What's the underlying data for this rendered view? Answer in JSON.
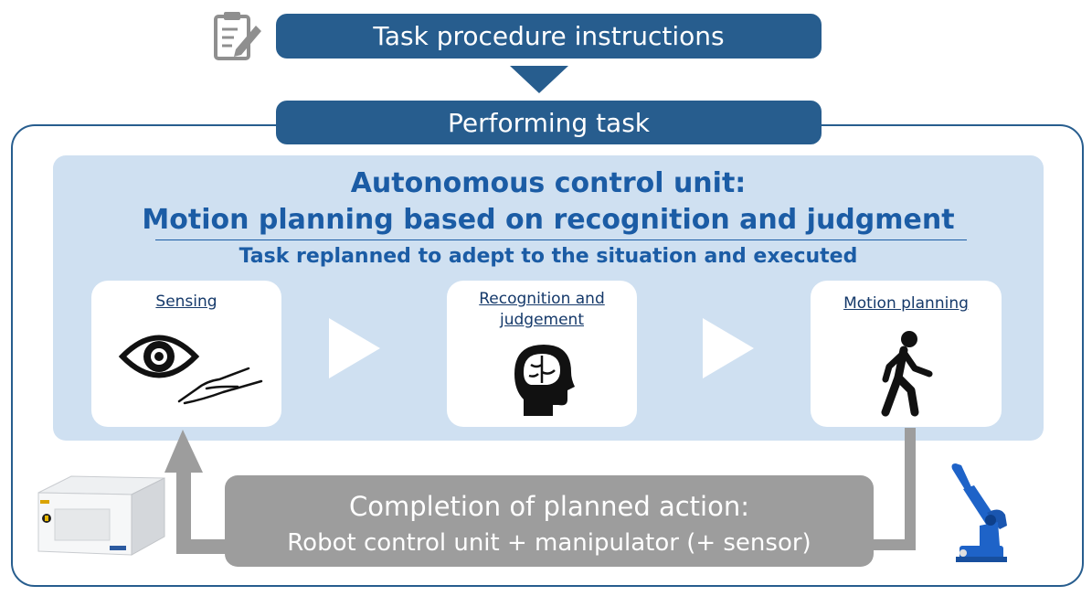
{
  "header": {
    "instructions_label": "Task procedure instructions",
    "performing_label": "Performing task"
  },
  "autonomous_unit": {
    "title_line1": "Autonomous control unit:",
    "title_line2": "Motion planning based on recognition and judgment",
    "subtitle": "Task replanned to adept to the situation and executed"
  },
  "steps": [
    {
      "label": "Sensing",
      "icons": [
        "eye-icon",
        "hand-icon"
      ]
    },
    {
      "label_line1": "Recognition and",
      "label_line2": "judgement",
      "icons": [
        "brain-head-icon"
      ]
    },
    {
      "label": "Motion planning",
      "icons": [
        "walking-person-icon"
      ]
    }
  ],
  "completion": {
    "line1": "Completion of planned action:",
    "line2": "Robot control unit + manipulator (+ sensor)"
  },
  "decor": {
    "clipboard_icon": "clipboard-pencil-icon",
    "controller_image": "robot-controller-box",
    "robot_image": "robot-arm-manipulator"
  },
  "colors": {
    "dark_blue": "#275d8e",
    "title_blue": "#1b5ca5",
    "panel_light_blue": "#cfe0f1",
    "gray": "#9d9d9d",
    "robot_blue": "#1e63c8"
  }
}
